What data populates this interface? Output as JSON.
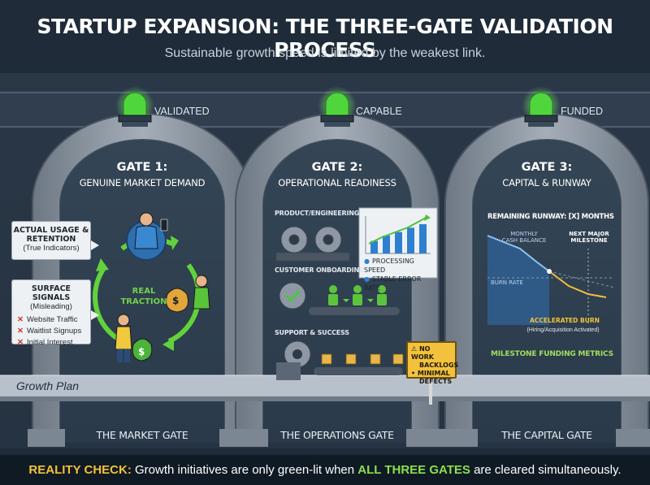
{
  "header": {
    "title": "STARTUP EXPANSION: THE THREE-GATE VALIDATION PROCESS",
    "subtitle": "Sustainable growth speed is limited by the weakest link."
  },
  "colors": {
    "background": "#1f2b38",
    "gate_stone": "#8a95a1",
    "signal_green": "#4fd63c",
    "traction_green": "#72d24a",
    "highlight_yellow": "#f2c13a",
    "warn_red": "#d2352b"
  },
  "gates": [
    {
      "status": "VALIDATED",
      "title": "GATE 1:",
      "subtitle": "GENUINE MARKET DEMAND",
      "footer": "THE MARKET GATE"
    },
    {
      "status": "CAPABLE",
      "title": "GATE 2:",
      "subtitle": "OPERATIONAL READINESS",
      "footer": "THE OPERATIONS GATE"
    },
    {
      "status": "FUNDED",
      "title": "GATE 3:",
      "subtitle": "CAPITAL & RUNWAY",
      "footer": "THE CAPITAL GATE"
    }
  ],
  "market": {
    "actual": {
      "title_line1": "ACTUAL USAGE &",
      "title_line2": "RETENTION",
      "note": "(True Indicators)"
    },
    "surface": {
      "title": "SURFACE SIGNALS",
      "note": "(Misleading)",
      "items": [
        "Website Traffic",
        "Waitlist Signups",
        "Initial Interest"
      ]
    },
    "cycle_label_line1": "REAL",
    "cycle_label_line2": "TRACTION",
    "dollar_sign": "$"
  },
  "operations": {
    "sections": [
      "PRODUCT/ENGINEERING",
      "CUSTOMER ONBOARDING",
      "SUPPORT & SUCCESS"
    ],
    "metrics": [
      "PROCESSING SPEED",
      "STABLE ERROR RATE"
    ],
    "warning": [
      "NO WORK",
      "BACKLOGS",
      "MINIMAL",
      "DEFECTS"
    ],
    "chart_bar_levels": [
      0.35,
      0.5,
      0.6,
      0.72,
      0.82
    ]
  },
  "capital": {
    "panel_title": "REMAINING RUNWAY: [X] MONTHS",
    "monthly_label_line1": "MONTHLY",
    "monthly_label_line2": "CASH BALANCE",
    "milestone_line1": "NEXT MAJOR",
    "milestone_line2": "MILESTONE",
    "burn_label": "BURN RATE",
    "accel_label": "ACCELERATED BURN",
    "accel_note": "(Hiring/Acquisition Activated)",
    "footer_metric": "MILESTONE FUNDING METRICS"
  },
  "growth_plan": "Growth Plan",
  "reality": {
    "lead": "REALITY CHECK:",
    "text_before": " Growth initiatives are only green-lit when ",
    "highlight": "ALL THREE GATES",
    "text_after": " are cleared simultaneously."
  }
}
